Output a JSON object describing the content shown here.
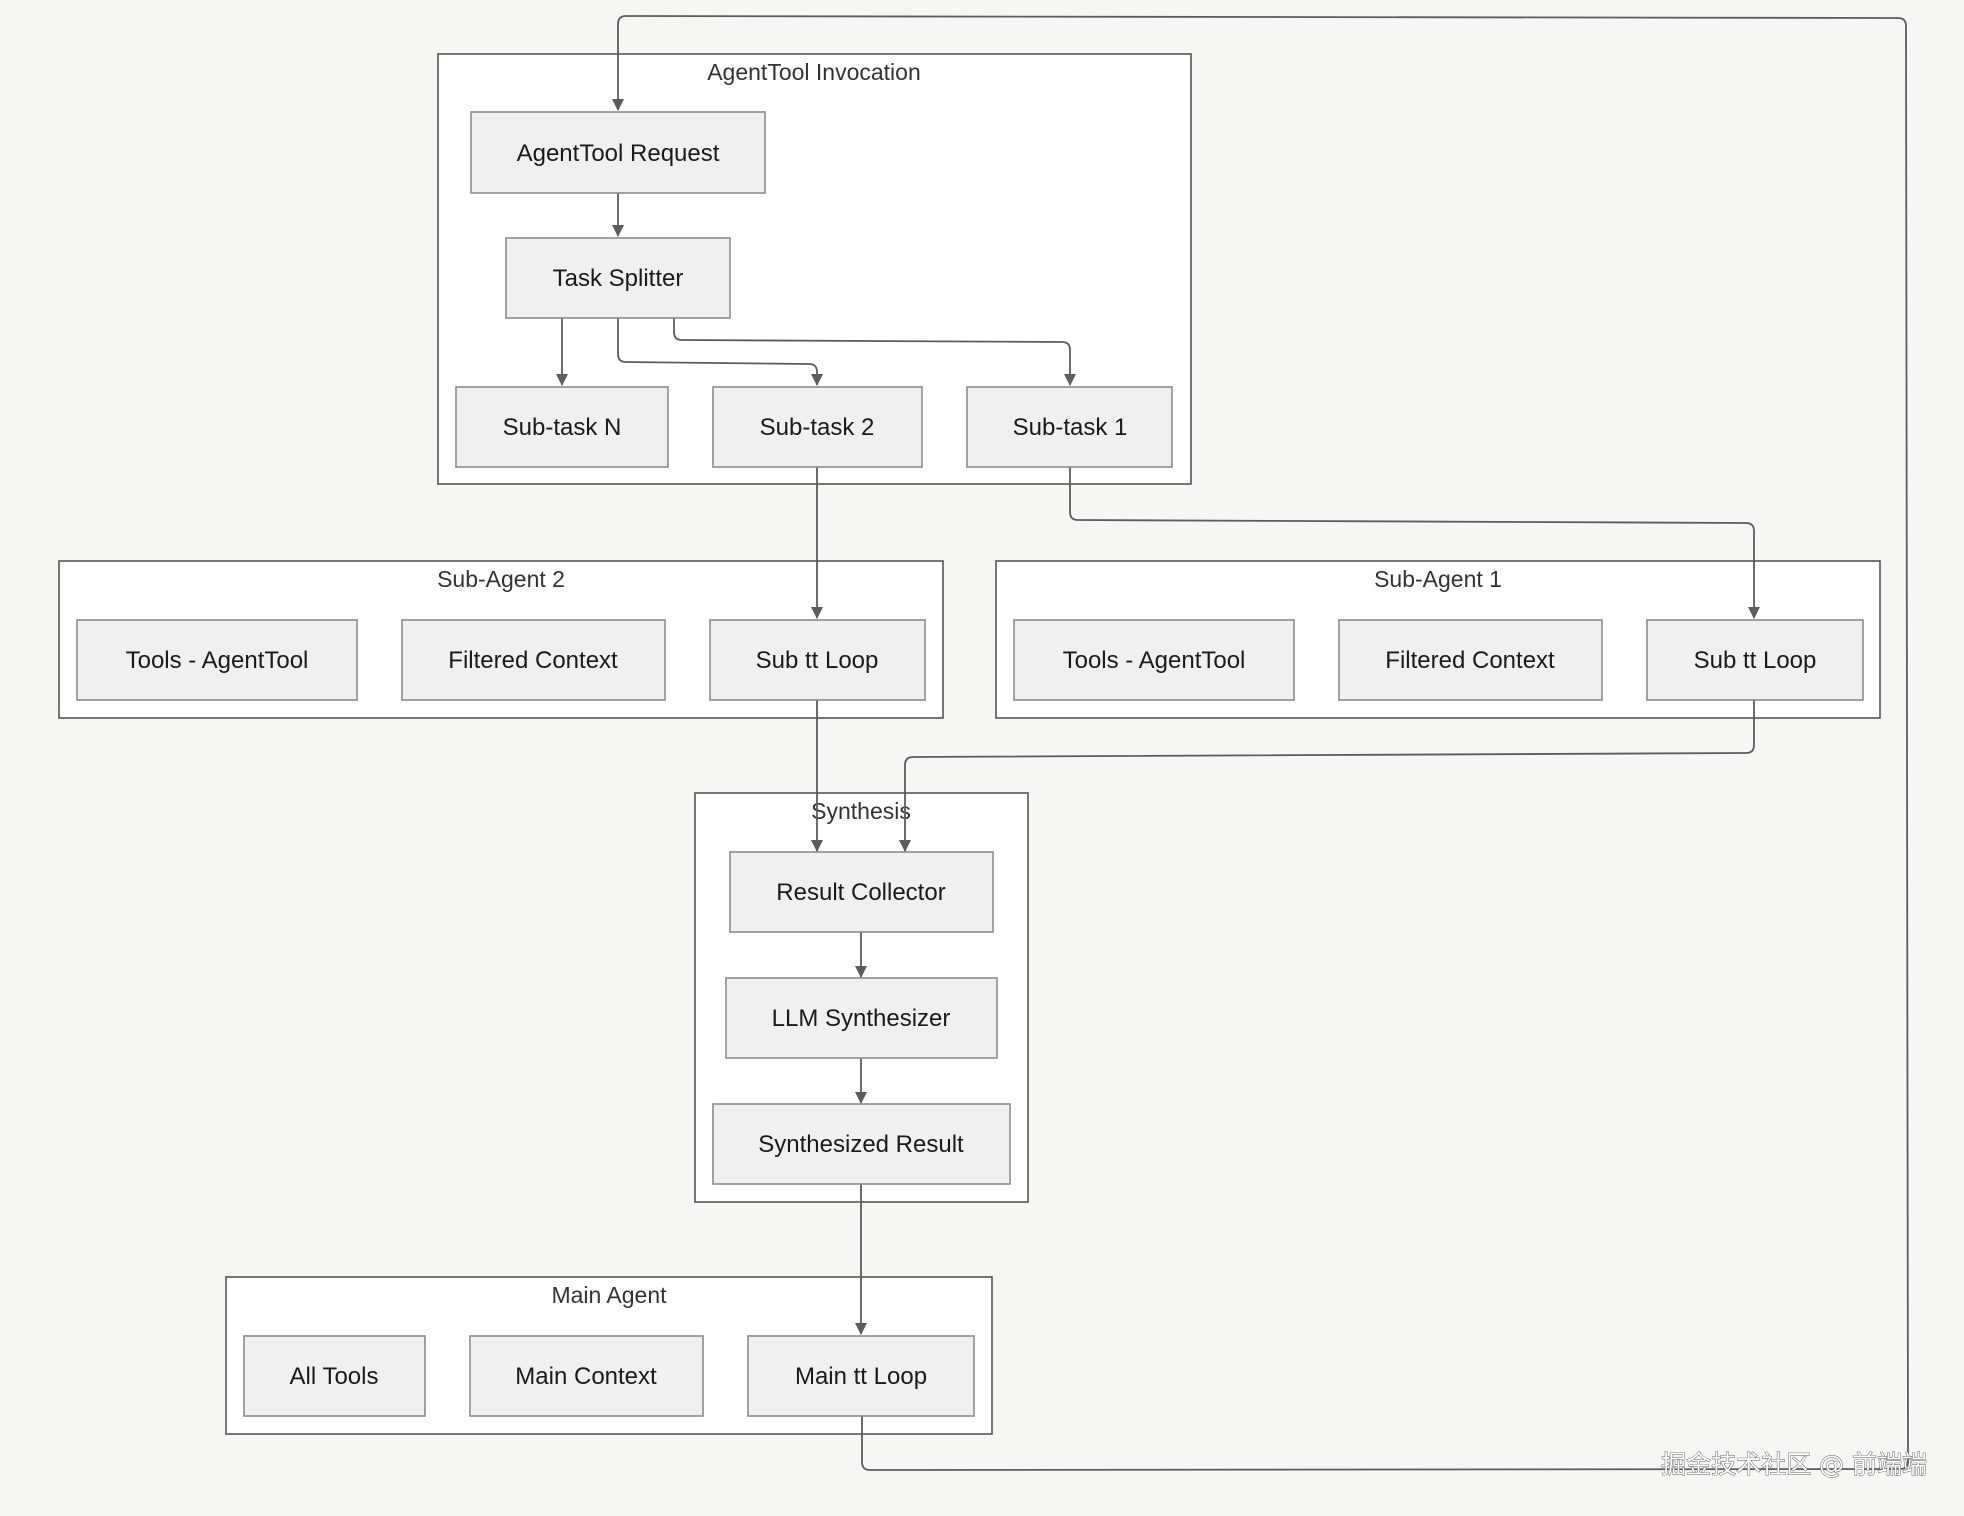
{
  "groups": {
    "invocation": "AgentTool Invocation",
    "sub_agent_2": "Sub-Agent 2",
    "sub_agent_1": "Sub-Agent 1",
    "synthesis": "Synthesis",
    "main_agent": "Main Agent"
  },
  "nodes": {
    "agenttool_request": "AgentTool Request",
    "task_splitter": "Task Splitter",
    "subtask_n": "Sub-task N",
    "subtask_2": "Sub-task 2",
    "subtask_1": "Sub-task 1",
    "sa2_tools": "Tools - AgentTool",
    "sa2_context": "Filtered Context",
    "sa2_loop": "Sub tt Loop",
    "sa1_tools": "Tools - AgentTool",
    "sa1_context": "Filtered Context",
    "sa1_loop": "Sub tt Loop",
    "result_collector": "Result Collector",
    "llm_synthesizer": "LLM Synthesizer",
    "synthesized_result": "Synthesized Result",
    "all_tools": "All Tools",
    "main_context": "Main Context",
    "main_loop": "Main tt Loop"
  },
  "edges": [
    {
      "from": "main_loop",
      "to": "agenttool_request"
    },
    {
      "from": "agenttool_request",
      "to": "task_splitter"
    },
    {
      "from": "task_splitter",
      "to": "subtask_n"
    },
    {
      "from": "task_splitter",
      "to": "subtask_2"
    },
    {
      "from": "task_splitter",
      "to": "subtask_1"
    },
    {
      "from": "subtask_2",
      "to": "sa2_loop"
    },
    {
      "from": "subtask_1",
      "to": "sa1_loop"
    },
    {
      "from": "sa2_loop",
      "to": "result_collector"
    },
    {
      "from": "sa1_loop",
      "to": "result_collector"
    },
    {
      "from": "result_collector",
      "to": "llm_synthesizer"
    },
    {
      "from": "llm_synthesizer",
      "to": "synthesized_result"
    },
    {
      "from": "synthesized_result",
      "to": "main_loop"
    }
  ],
  "watermark": "掘金技术社区 @ 前端端"
}
